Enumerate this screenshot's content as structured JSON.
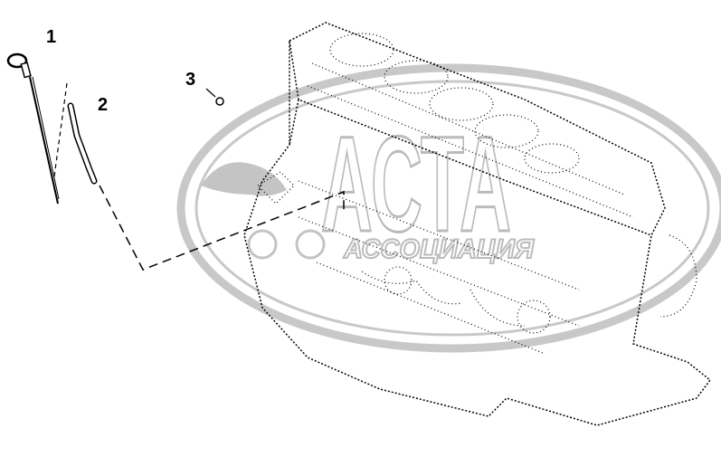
{
  "diagram": {
    "callouts": [
      {
        "number": "1",
        "part": "dipstick"
      },
      {
        "number": "2",
        "part": "dipstick-tube"
      },
      {
        "number": "3",
        "part": "bolt"
      }
    ],
    "watermark": {
      "title": "АСТА",
      "subtitle": "АССОЦИАЦИЯ"
    }
  }
}
